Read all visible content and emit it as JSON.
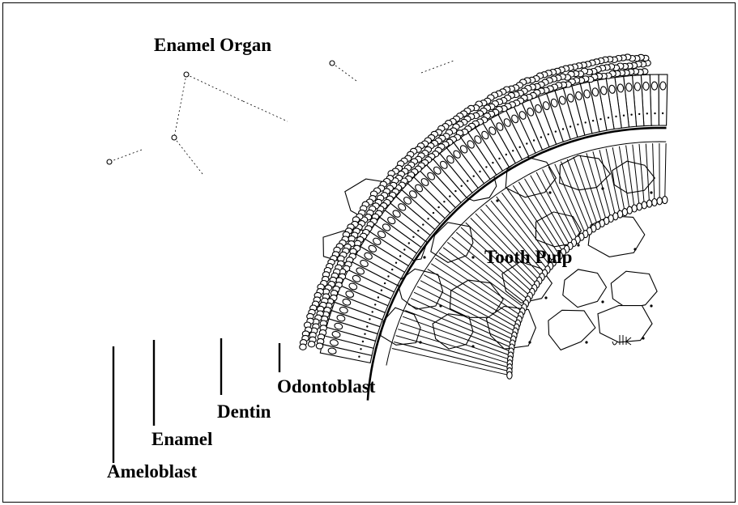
{
  "labels": {
    "enamel_organ": "Enamel Organ",
    "tooth_pulp": "Tooth Pulp",
    "odontoblast": "Odontoblast",
    "dentin": "Dentin",
    "enamel": "Enamel",
    "ameloblast": "Ameloblast"
  },
  "signature": "ulk",
  "colors": {
    "ink": "#000000",
    "paper": "#ffffff"
  }
}
